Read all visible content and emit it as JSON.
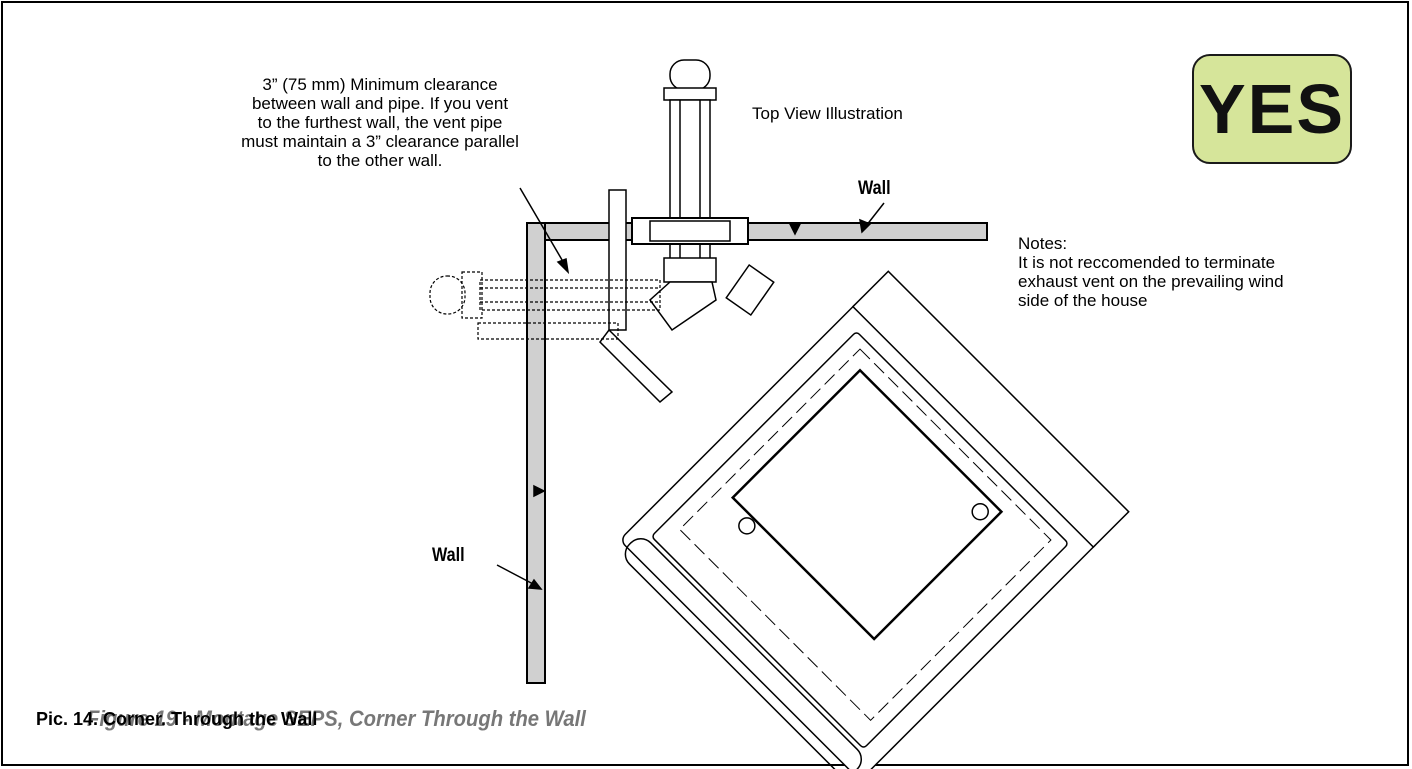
{
  "annotations": {
    "clearance_note": "3” (75 mm) Minimum clearance\nbetween wall and pipe. If you vent\nto the furthest wall, the vent pipe\nmust maintain a 3” clearance parallel\nto the other wall.",
    "view_title": "Top View Illustration",
    "notes": "Notes:\n It is not reccomended to terminate\nexhaust vent on the prevailing wind\nside of the house",
    "wall_top": "Wall",
    "wall_left": "Wall"
  },
  "badge": {
    "label": "YES",
    "color": "#d6e59a"
  },
  "captions": {
    "pic_label": "Pic. 14. Corner. Through the Wall",
    "figure_label": "Figure 19 - Montage SEPS, Corner Through the Wall"
  }
}
